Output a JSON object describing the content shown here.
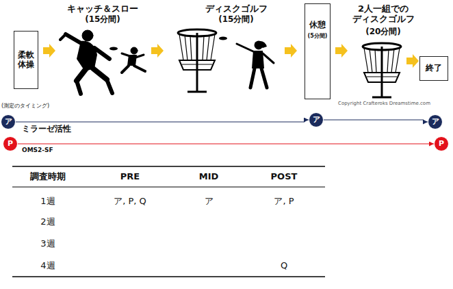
{
  "diagram": {
    "nodes": [
      {
        "text": [
          "柔軟体操"
        ]
      },
      {
        "text": [
          "休憩",
          "(5分間)"
        ]
      },
      {
        "text": [
          "終了"
        ]
      },
      {
        "text": [
          "ア"
        ]
      },
      {
        "text": [
          "ア"
        ]
      },
      {
        "text": [
          "ア"
        ]
      },
      {
        "text": [
          "P"
        ]
      },
      {
        "text": [
          "P"
        ]
      }
    ],
    "edges": [
      {
        "from": 3,
        "to": 4,
        "arrow": "to"
      },
      {
        "from": 4,
        "to": 5,
        "arrow": "to"
      },
      {
        "from": 6,
        "to": 7,
        "arrow": "to"
      }
    ],
    "labels": [
      "キャッチ＆スロー",
      "(15分間)",
      "ディスクゴルフ",
      "(15分間)",
      "2人一組での ディスクゴルフ",
      "(20分間)",
      "Copyright Crafteroks Dreamstime.com",
      "(測定のタイミング)",
      "ミラーゼ活性",
      "OMS2-SF",
      "調査時期",
      "PRE",
      "MID",
      "POST",
      "1週",
      "ア, P, Q",
      "ア",
      "ア, P",
      "2週",
      "3週",
      "4週",
      "Q"
    ]
  }
}
